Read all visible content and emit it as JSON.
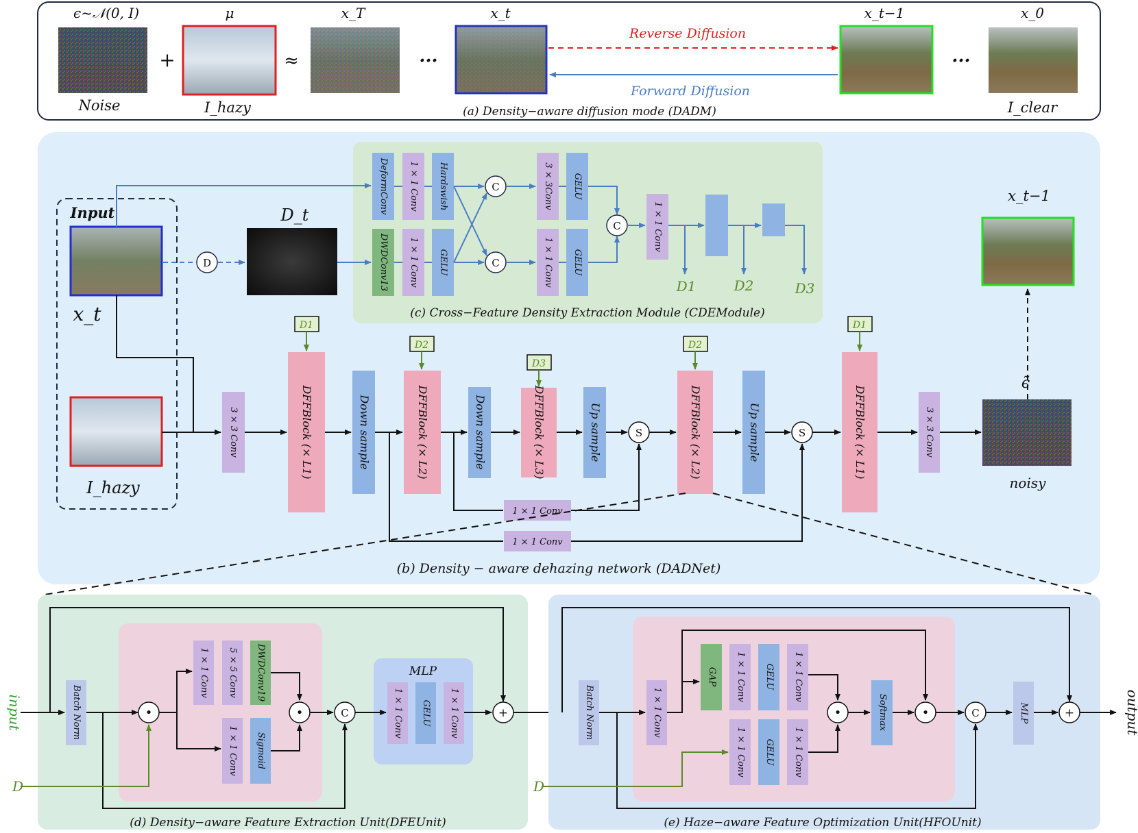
{
  "panel_a": {
    "caption": "(a) Density−aware diffusion mode (DADM)",
    "noise_top": "ϵ~𝒩(0, I)",
    "noise_bottom": "Noise",
    "plus": "+",
    "mu_top": "μ",
    "hazy_bottom": "I_hazy",
    "approx": "≈",
    "xT_top": "x_T",
    "dots1": "···",
    "xt_top": "x_t",
    "reverse": "Reverse Diffusion",
    "forward": "Forward Diffusion",
    "xt1_top": "x_t−1",
    "dots2": "···",
    "x0_top": "x_0",
    "clear_bottom": "I_clear"
  },
  "panel_b": {
    "caption": "(b) Density − aware dehazing network (DADNet)",
    "input_label": "Input",
    "xt_label": "x_t",
    "hazy_label": "I_hazy",
    "d_node": "D",
    "dt_label": "D_t",
    "conv33_in": "3 × 3 Conv",
    "dffb1": "DFFBlock (× L1)",
    "down1": "Down sample",
    "dffb2": "DFFBlock (× L2)",
    "down2": "Down sample",
    "dffb3": "DFFBlock (× L3)",
    "up1": "Up sample",
    "s1": "S",
    "dffb4": "DFFBlock (× L2)",
    "up2": "Up sample",
    "s2": "S",
    "dffb5": "DFFBlock (× L1)",
    "conv33_out": "3 × 3 Conv",
    "conv11_a": "1 × 1 Conv",
    "conv11_b": "1 × 1 Conv",
    "noisy": "noisy",
    "eps": "ϵ̃",
    "xt1": "x_t−1",
    "tags": [
      "D1",
      "D2",
      "D3",
      "D2",
      "D1"
    ]
  },
  "panel_c": {
    "caption": "(c) Cross−Feature Density Extraction Module (CDEModule)",
    "deform": "DeformConv",
    "c11a": "1 × 1 Conv",
    "hardswish": "Hardswish",
    "dwd13": "DWDConv13",
    "c11b": "1 × 1 Conv",
    "gelu1": "GELU",
    "c_node": "C",
    "c33": "3 × 3Conv",
    "gelu2": "GELU",
    "c11c": "1 × 1 Conv",
    "gelu3": "GELU",
    "c11d": "1 × 1 Conv",
    "outs": [
      "D1",
      "D2",
      "D3"
    ]
  },
  "panel_d": {
    "caption": "(d) Density−aware Feature Extraction Unit(DFEUnit)",
    "input": "input",
    "d": "D",
    "bn": "Batch Norm",
    "c11a": "1 × 1 Conv",
    "c55": "5 × 5 Conv",
    "dwd19": "DWDConv19",
    "c11b": "1 × 1 Conv",
    "sigmoid": "Sigmoid",
    "mlp": "MLP",
    "m_c11a": "1 × 1 Conv",
    "m_gelu": "GELU",
    "m_c11b": "1 × 1 Conv",
    "dot": "•",
    "c_node": "C",
    "plus": "+"
  },
  "panel_e": {
    "caption": "(e) Haze−aware Feature Optimization Unit(HFOUnit)",
    "output": "output",
    "d": "D",
    "bn": "Batch Norm",
    "c11": "1 × 1 Conv",
    "gap": "GAP",
    "c11a": "1 × 1 Conv",
    "gelu_a": "GELU",
    "c11b": "1 × 1 Conv",
    "c11c": "1 × 1 Conv",
    "gelu_b": "GELU",
    "c11d": "1 × 1 Conv",
    "softmax": "Softmax",
    "mlp": "MLP",
    "dot": "•",
    "c_node": "C",
    "plus": "+"
  },
  "colors": {
    "purple": "#c9b3e0",
    "blue": "#8fb4e3",
    "pink": "#eeaabb",
    "green": "#80b77f",
    "panel_b_bg": "#dfeefb",
    "panel_c_bg": "#d6ead3",
    "panel_d_bg": "#d9ece2",
    "panel_e_bg": "#d6e5f5",
    "arrow_blue": "#4a7cc4",
    "arrow_red": "#e02020",
    "arrow_green": "#5a8a2a"
  }
}
